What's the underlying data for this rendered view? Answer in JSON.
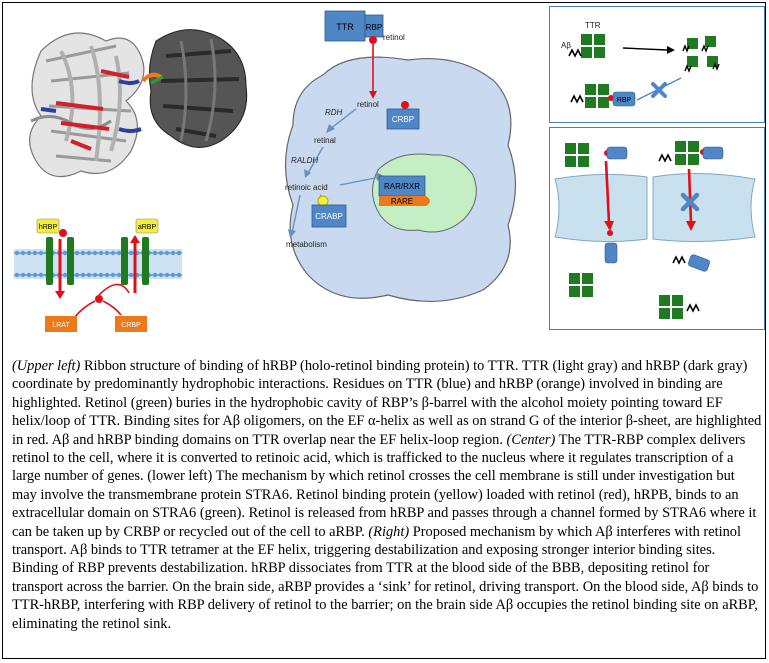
{
  "center": {
    "ttr": "TTR",
    "rbp": "RBP",
    "retinol_top": "retinol",
    "rdh": "RDH",
    "retinol_inner": "retinol",
    "crbp": "CRBP",
    "retinal": "retinal",
    "raldh": "RALDH",
    "retinoic_acid": "retinoic acid",
    "rar_rxr": "RAR/RXR",
    "rare": "RARE",
    "crabp": "CRABP",
    "metabolism": "metabolism"
  },
  "lower_left": {
    "hrbp": "hRBP",
    "arbp": "aRBP",
    "lrat": "LRAT",
    "crbp": "CRBP"
  },
  "right_top": {
    "ttr": "TTR",
    "abeta": "Aβ",
    "rbp": "RBP"
  },
  "colors": {
    "cell": "#c9d9ef",
    "nucleus": "#c4efc4",
    "box_blue": "#4f86c6",
    "orange": "#ec7a1c",
    "green": "#1f7a22",
    "red": "#e0101a",
    "membrane": "#5c9ad6",
    "yellow": "#f5ee3a"
  },
  "caption": {
    "label1": "(Upper left)",
    "text1": " Ribbon structure of binding of hRBP (holo-retinol binding protein) to TTR. TTR (light gray) and hRBP (dark gray) coordinate by predominantly hydrophobic interactions. Residues on TTR (blue) and hRBP (orange) involved in binding are highlighted. Retinol (green) buries in the hydrophobic cavity of RBP’s β-barrel with the alcohol moiety pointing toward EF helix/loop of TTR. Binding sites for Aβ oligomers, on the EF α-helix as well as on strand G of the interior β-sheet, are highlighted in red. Aβ and hRBP binding domains on TTR overlap near the EF helix-loop region. ",
    "label2": "(Center)",
    "text2": " The TTR-RBP complex delivers retinol to the cell, where it is converted to retinoic acid, which is trafficked to the nucleus where it regulates transcription of a large number of genes. (lower left) The mechanism by which retinol crosses the cell membrane is still under investigation but may involve the transmembrane protein STRA6. Retinol binding protein (yellow) loaded with retinol (red), hRPB, binds to an extracellular domain on STRA6 (green). Retinol is released from hRBP and passes through a channel formed by STRA6 where it can be taken up by CRBP or recycled out of the cell to aRBP. ",
    "label3": "(Right)",
    "text3": " Proposed mechanism by which Aβ interferes with retinol transport. Aβ binds to TTR tetramer at the EF helix, triggering destabilization and exposing stronger interior binding sites. Binding of RBP prevents destabilization. hRBP dissociates from TTR at the blood side of the BBB, depositing retinol for transport across the barrier. On the brain side, aRBP provides a ‘sink’ for retinol, driving transport. On the blood side, Aβ binds to TTR-hRBP, interfering with RBP delivery of retinol to the barrier; on the brain side Aβ occupies the retinol binding site on aRBP, eliminating the retinol sink."
  }
}
